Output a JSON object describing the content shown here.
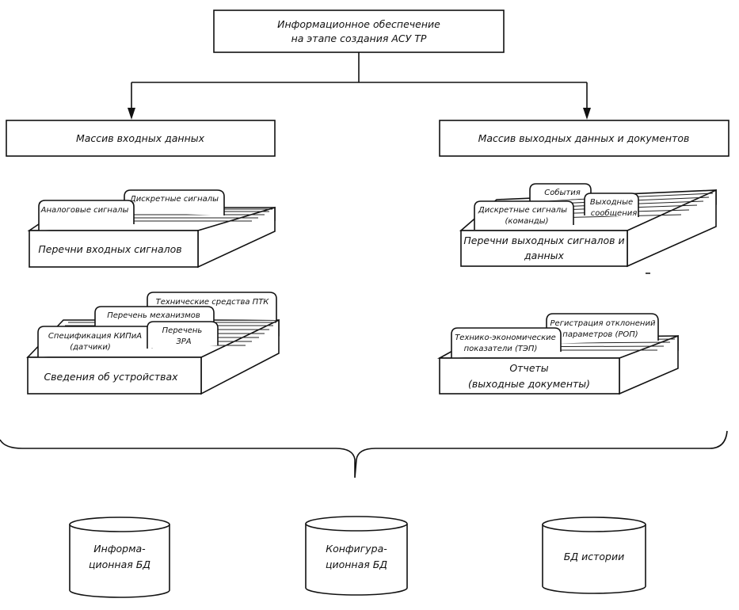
{
  "top_box": {
    "line1": "Информационное обеспечение",
    "line2": "на этапе создания АСУ ТР"
  },
  "left_box": {
    "label": "Массив входных данных"
  },
  "right_box": {
    "label": "Массив выходных данных и документов"
  },
  "file_input_signals": {
    "label": "Перечни входных сигналов",
    "cards": {
      "analog": "Аналоговые сигналы",
      "discrete": "Дискретные сигналы"
    }
  },
  "file_devices": {
    "label": "Сведения об устройствах",
    "cards": {
      "ptk": "Технические средства ПТК",
      "mechanisms": "Перечень механизмов",
      "kip_line1": "Спецификация КИПиА",
      "kip_line2": "(датчики)",
      "zra_line1": "Перечень",
      "zra_line2": "ЗРА"
    }
  },
  "file_output_signals": {
    "label_line1": "Перечни выходных сигналов и",
    "label_line2": "данных",
    "cards": {
      "events": "События",
      "discrete_line1": "Дискретные сигналы",
      "discrete_line2": "(команды)",
      "messages_line1": "Выходные",
      "messages_line2": "сообщения"
    }
  },
  "file_reports": {
    "label_line1": "Отчеты",
    "label_line2": "(выходные документы)",
    "cards": {
      "tep_line1": "Технико-экономические",
      "tep_line2": "показатели (ТЭП)",
      "rop_line1": "Регистрация отклонений",
      "rop_line2": "параметров (РОП)"
    }
  },
  "databases": {
    "info_line1": "Информа-",
    "info_line2": "ционная БД",
    "config_line1": "Конфигура-",
    "config_line2": "ционная БД",
    "history": "БД истории"
  }
}
